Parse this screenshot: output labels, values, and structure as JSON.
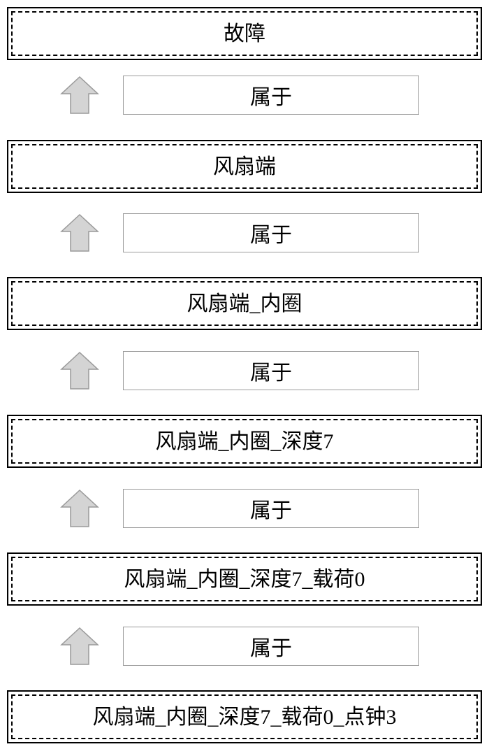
{
  "diagram": {
    "type": "vertical-hierarchy-chain",
    "arrow_direction": "up",
    "arrow_color": "#d4d4d4",
    "arrow_border_color": "#9a9a9a",
    "node_border_color": "#000000",
    "relation_border_color": "#9a9a9a",
    "background": "#ffffff",
    "nodes": [
      {
        "label": "故障"
      },
      {
        "label": "风扇端"
      },
      {
        "label": "风扇端_内圈"
      },
      {
        "label": "风扇端_内圈_深度7"
      },
      {
        "label": "风扇端_内圈_深度7_载荷0"
      },
      {
        "label": "风扇端_内圈_深度7_载荷0_点钟3"
      }
    ],
    "relations": [
      {
        "label": "属于"
      },
      {
        "label": "属于"
      },
      {
        "label": "属于"
      },
      {
        "label": "属于"
      },
      {
        "label": "属于"
      }
    ]
  }
}
